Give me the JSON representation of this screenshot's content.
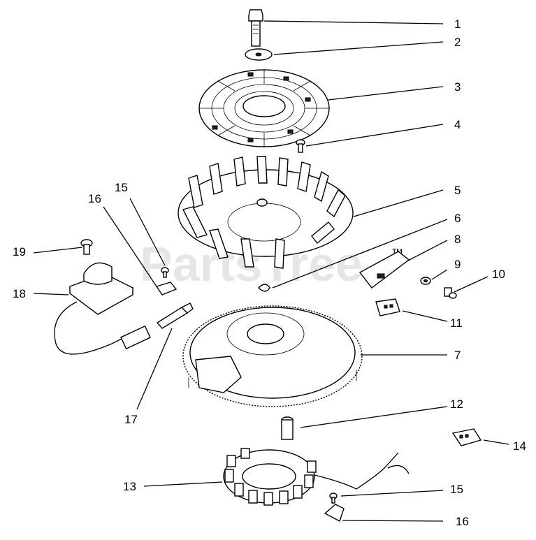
{
  "watermark": "PartsTree",
  "trademark": "™",
  "callouts": [
    {
      "id": "c1",
      "label": "1"
    },
    {
      "id": "c2",
      "label": "2"
    },
    {
      "id": "c3",
      "label": "3"
    },
    {
      "id": "c4",
      "label": "4"
    },
    {
      "id": "c5",
      "label": "5"
    },
    {
      "id": "c6",
      "label": "6"
    },
    {
      "id": "c8",
      "label": "8"
    },
    {
      "id": "c9",
      "label": "9"
    },
    {
      "id": "c10",
      "label": "10"
    },
    {
      "id": "c11",
      "label": "11"
    },
    {
      "id": "c7",
      "label": "7"
    },
    {
      "id": "c12",
      "label": "12"
    },
    {
      "id": "c14",
      "label": "14"
    },
    {
      "id": "c13",
      "label": "13"
    },
    {
      "id": "c15b",
      "label": "15"
    },
    {
      "id": "c16b",
      "label": "16"
    },
    {
      "id": "c15a",
      "label": "15"
    },
    {
      "id": "c16a",
      "label": "16"
    },
    {
      "id": "c19",
      "label": "19"
    },
    {
      "id": "c18",
      "label": "18"
    },
    {
      "id": "c17",
      "label": "17"
    }
  ]
}
